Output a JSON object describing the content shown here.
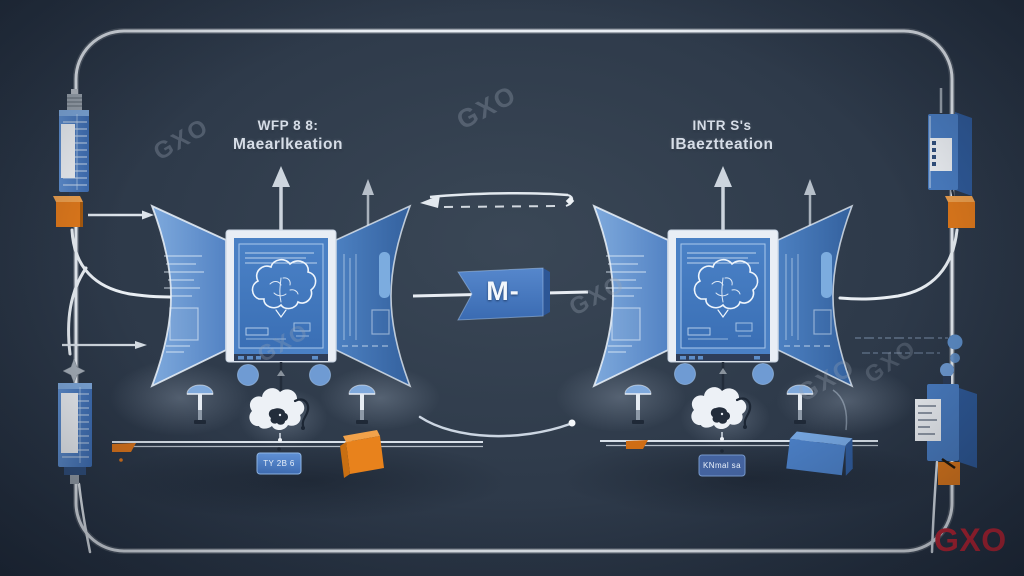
{
  "watermark": {
    "text": "GXO",
    "color": "#97a2b1"
  },
  "brand": {
    "text": "GXO",
    "color": "#c32433"
  },
  "connector": {
    "label": "M-",
    "color": "#3f71b7"
  },
  "machines": {
    "left": {
      "title_line1": "WFP 8 8:",
      "title_line2": "Maearlkeation",
      "chip_label": "TY 2B 6"
    },
    "right": {
      "title_line1": "INTR S's",
      "title_line2": "IBaeztteation",
      "chip_label": "KNmal sa"
    }
  },
  "colors": {
    "background": "#2d3949",
    "machine_blue": "#5b8bc9",
    "panel_dark_blue": "#3a6aa8",
    "screen_blue": "#3d73ba",
    "line_white": "#e9eef3",
    "accent_orange": "#e8821c"
  },
  "icons": {
    "screen_graphic": "brain-blueprint-icon",
    "under_machine_unit": "cloud-brain-icon",
    "left_edge_device": "syringe-icon",
    "right_edge_device": "wall-module-icon",
    "up_arrows": "up-arrow-icon",
    "top_link": "double-headed-arrow-icon"
  }
}
